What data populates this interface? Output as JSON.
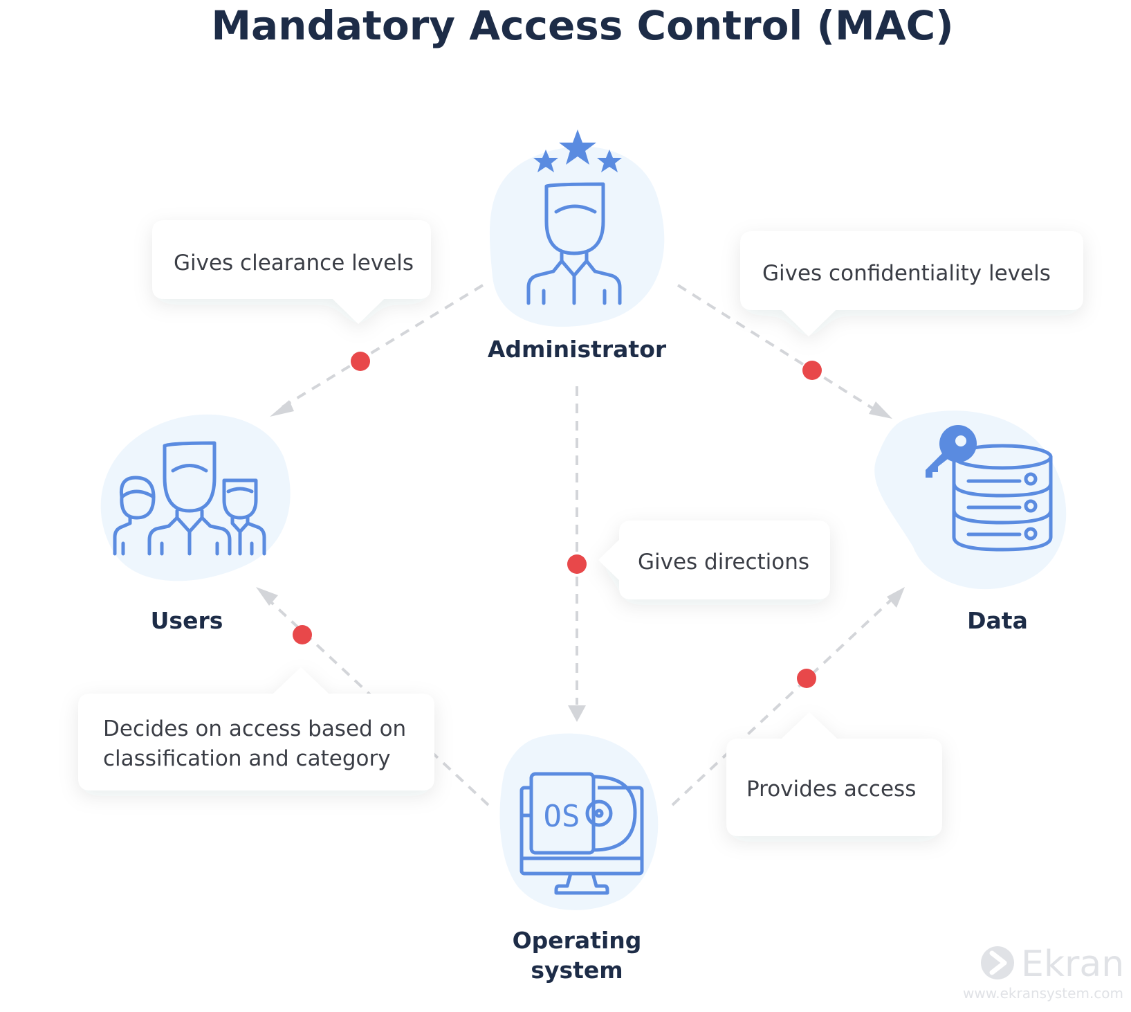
{
  "title": "Mandatory Access Control (MAC)",
  "nodes": {
    "administrator": {
      "label": "Administrator",
      "icon": "administrator-icon"
    },
    "users": {
      "label": "Users",
      "icon": "users-icon"
    },
    "data": {
      "label": "Data",
      "icon": "database-key-icon"
    },
    "os": {
      "label_line1": "Operating",
      "label_line2": "system",
      "icon": "os-disc-monitor-icon",
      "icon_text": "OS"
    }
  },
  "callouts": {
    "admin_to_users": "Gives clearance levels",
    "admin_to_data": "Gives confidentiality levels",
    "admin_to_os": "Gives directions",
    "os_to_users_line1": "Decides on access based on",
    "os_to_users_line2": "classification and category",
    "os_to_data": "Provides access"
  },
  "colors": {
    "title": "#1d2c47",
    "icon": "#5a8be0",
    "dot": "#e8484a",
    "line": "#d3d5d9",
    "blob": "#eef6fd"
  },
  "brand": {
    "name": "Ekran",
    "url": "www.ekransystem.com"
  }
}
